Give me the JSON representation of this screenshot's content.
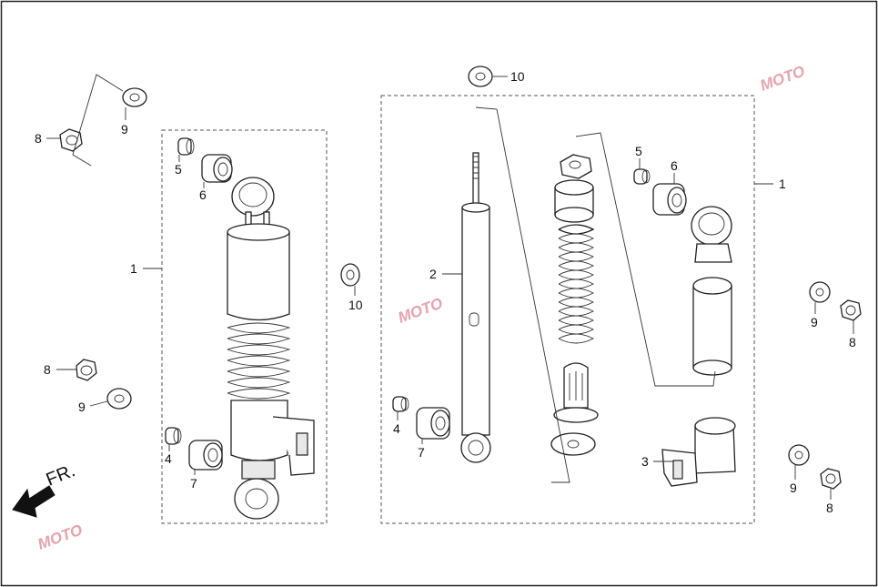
{
  "diagram": {
    "frame_label": "FR.",
    "watermark": "MOTO",
    "callouts": [
      {
        "id": "c-1-left",
        "text": "1"
      },
      {
        "id": "c-1-right",
        "text": "1"
      },
      {
        "id": "c-2",
        "text": "2"
      },
      {
        "id": "c-3",
        "text": "3"
      },
      {
        "id": "c-4-left",
        "text": "4"
      },
      {
        "id": "c-4-right",
        "text": "4"
      },
      {
        "id": "c-5-left",
        "text": "5"
      },
      {
        "id": "c-5-right",
        "text": "5"
      },
      {
        "id": "c-6-left",
        "text": "6"
      },
      {
        "id": "c-6-right",
        "text": "6"
      },
      {
        "id": "c-7-left",
        "text": "7"
      },
      {
        "id": "c-7-right",
        "text": "7"
      },
      {
        "id": "c-8-topleft",
        "text": "8"
      },
      {
        "id": "c-8-left",
        "text": "8"
      },
      {
        "id": "c-8-right",
        "text": "8"
      },
      {
        "id": "c-8-bottomright",
        "text": "8"
      },
      {
        "id": "c-9-topleft",
        "text": "9"
      },
      {
        "id": "c-9-left",
        "text": "9"
      },
      {
        "id": "c-9-right",
        "text": "9"
      },
      {
        "id": "c-9-bottomright",
        "text": "9"
      },
      {
        "id": "c-10-top",
        "text": "10"
      },
      {
        "id": "c-10-mid",
        "text": "10"
      }
    ]
  }
}
